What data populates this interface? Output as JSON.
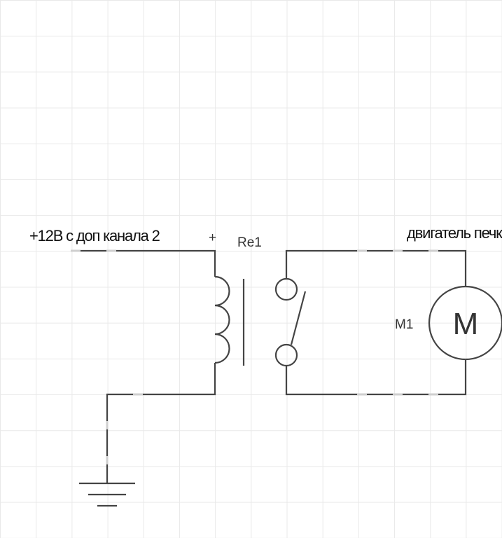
{
  "diagram": {
    "supply_label": "+12В с доп канала 2",
    "plus_sign": "+",
    "relay_label": "Re1",
    "load_label": "двигатель печки",
    "motor_label": "M1",
    "motor_symbol": "M"
  },
  "colors": {
    "wire": "#444444",
    "grid": "#e9e9e9",
    "node_marker": "#cfcfcf"
  }
}
